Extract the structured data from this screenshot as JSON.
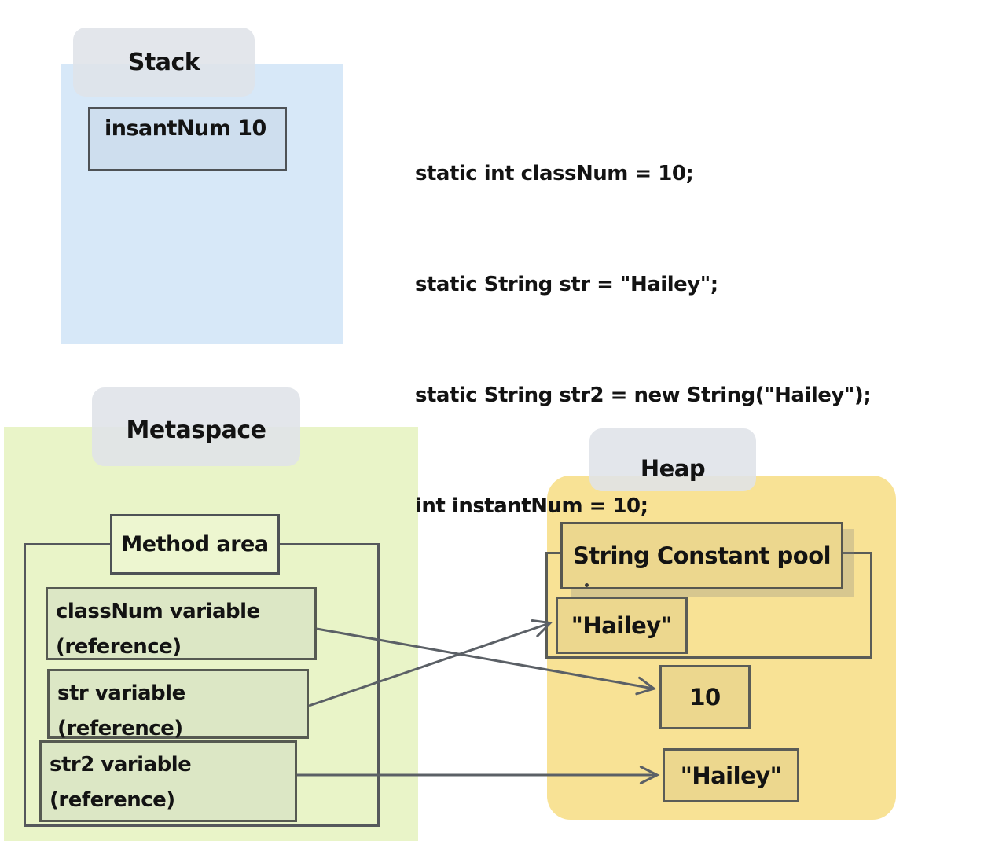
{
  "stack": {
    "label": "Stack",
    "frame_text": "insantNum 10"
  },
  "code": {
    "lines": [
      "static int classNum = 10;",
      "static String str = \"Hailey\";",
      "static String str2 = new String(\"Hailey\");",
      "int instantNum = 10;"
    ]
  },
  "metaspace": {
    "label": "Metaspace",
    "method_area_title": "Method area",
    "vars": [
      {
        "name": "classNum variable",
        "ref": "(reference)"
      },
      {
        "name": "str variable",
        "ref": "(reference)"
      },
      {
        "name": "str2 variable",
        "ref": "(reference)"
      }
    ]
  },
  "heap": {
    "label": "Heap",
    "string_constant_pool_title": "String Constant pool",
    "objects": [
      {
        "text": "\"Hailey\""
      },
      {
        "text": "10"
      },
      {
        "text": "\"Hailey\""
      }
    ]
  },
  "arrows": [
    {
      "from": "classNum variable",
      "to": "10"
    },
    {
      "from": "str variable",
      "to": "\"Hailey\" (constant pool)"
    },
    {
      "from": "str2 variable",
      "to": "\"Hailey\" (heap object)"
    }
  ],
  "colors": {
    "stack_bg": "#d7e8f8",
    "metaspace_bg": "#e9f4c8",
    "heap_bg": "#f8e295",
    "label_bg": "#e0e4e9",
    "stack_frame_fill": "#cedeee",
    "var_box_fill": "#dce7c5",
    "heap_box_fill": "#ecd78e",
    "outline": "#55585c",
    "arrow": "#5b6066",
    "text": "#131313"
  }
}
